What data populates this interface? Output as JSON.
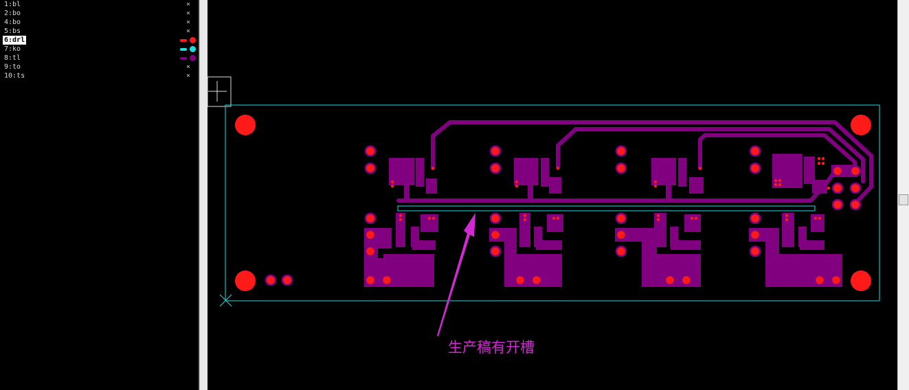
{
  "layers": [
    {
      "label": "1:bl",
      "visible": false
    },
    {
      "label": "2:bo",
      "visible": false
    },
    {
      "label": "4:bo",
      "visible": false
    },
    {
      "label": "5:bs",
      "visible": false
    },
    {
      "label": "6:drl",
      "visible": true,
      "active": true,
      "color": "#ff1a1a"
    },
    {
      "label": "7:ko",
      "visible": true,
      "color": "#19e0e0"
    },
    {
      "label": "8:tl",
      "visible": true,
      "color": "#800080"
    },
    {
      "label": "9:to",
      "visible": false
    },
    {
      "label": "10:ts",
      "visible": false
    }
  ],
  "hidden_mark": "×",
  "annotation": {
    "text": "生产稿有开槽",
    "color": "#d22ad2"
  },
  "colors": {
    "copper": "#800080",
    "drill": "#ff1a1a",
    "outline": "#19e0e0",
    "background": "#000000"
  }
}
